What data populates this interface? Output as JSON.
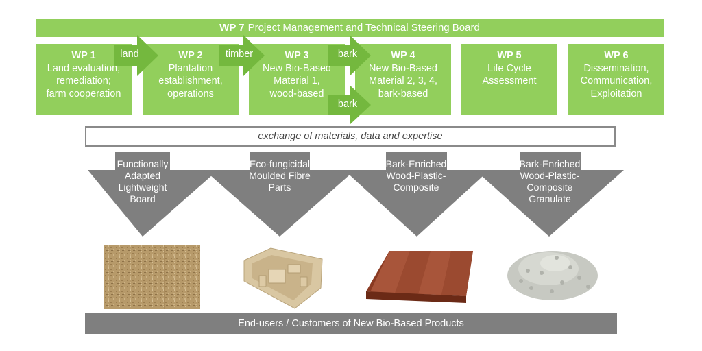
{
  "top_bar": {
    "id": "WP 7",
    "text": "Project Management and Technical Steering Board"
  },
  "work_packages": [
    {
      "id": "WP 1",
      "desc": "Land evaluation,\nremediation;\nfarm cooperation"
    },
    {
      "id": "WP 2",
      "desc": "Plantation\nestablishment,\noperations"
    },
    {
      "id": "WP 3",
      "desc": "New Bio-Based\nMaterial 1,\nwood-based"
    },
    {
      "id": "WP 4",
      "desc": "New Bio-Based\nMaterial 2, 3, 4,\nbark-based"
    },
    {
      "id": "WP 5",
      "desc": "Life Cycle\nAssessment"
    },
    {
      "id": "WP 6",
      "desc": "Dissemination,\nCommunication,\nExploitation"
    }
  ],
  "flows": [
    {
      "label": "land",
      "from": "WP 1",
      "to": "WP 2"
    },
    {
      "label": "timber",
      "from": "WP 2",
      "to": "WP 3"
    },
    {
      "label": "bark",
      "from": "WP 3",
      "to": "WP 4"
    },
    {
      "label": "bark",
      "from": "WP 3",
      "to": "WP 4"
    }
  ],
  "exchange_text": "exchange of materials, data and expertise",
  "products": [
    {
      "label": "Functionally\nAdapted\nLightweight\nBoard",
      "image": "fibreboard-sample"
    },
    {
      "label": "Eco-fungicidal\nMoulded Fibre\nParts",
      "image": "moulded-fibre-tray"
    },
    {
      "label": "Bark-Enriched\nWood-Plastic-\nComposite",
      "image": "wpc-decking-tile"
    },
    {
      "label": "Bark-Enriched\nWood-Plastic-\nComposite\nGranulate",
      "image": "wpc-granulate-pile"
    }
  ],
  "bottom_bar": "End-users / Customers of New Bio-Based Products",
  "colors": {
    "green": "#92cf5c",
    "arrow_green": "#74b83e",
    "gray": "#7f7f7f",
    "white": "#ffffff"
  }
}
